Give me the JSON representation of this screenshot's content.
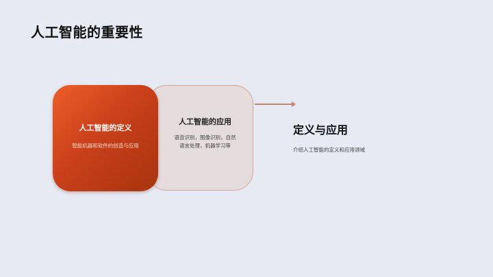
{
  "slide": {
    "title": "人工智能的重要性",
    "cards": [
      {
        "title": "人工智能的定义",
        "desc": "智能机器和软件的创造与应用"
      },
      {
        "title": "人工智能的应用",
        "desc": "语音识别，图像识别，自然语言处理，机器学习等"
      }
    ],
    "side": {
      "title": "定义与应用",
      "desc": "介绍人工智能的定义和应用领域"
    },
    "colors": {
      "accent": "#c9401a",
      "background": "#e6eaf3",
      "arrow": "#c9806f"
    }
  }
}
